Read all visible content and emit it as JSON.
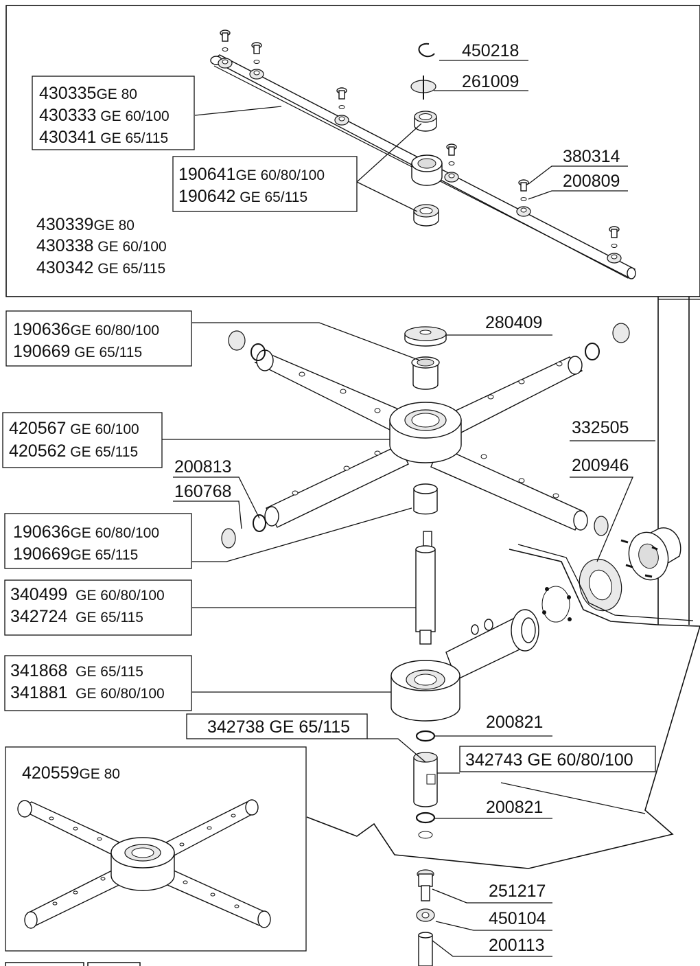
{
  "top_section": {
    "assembly_430335": [
      {
        "code": "430335",
        "suffix": "GE 80"
      },
      {
        "code": "430333",
        "suffix": " GE 60/100"
      },
      {
        "code": "430341",
        "suffix": " GE 65/115"
      }
    ],
    "assembly_430339": [
      {
        "code": "430339",
        "suffix": "GE 80"
      },
      {
        "code": "430338",
        "suffix": " GE 60/100"
      },
      {
        "code": "430342",
        "suffix": " GE 65/115"
      }
    ],
    "bush_190641": [
      {
        "code": "190641",
        "suffix": "GE 60/80/100"
      },
      {
        "code": "190642",
        "suffix": " GE 65/115"
      }
    ],
    "callouts": [
      "450218",
      "261009",
      "380314",
      "200809"
    ]
  },
  "middle_section": {
    "bush_upper": [
      {
        "code": "190636",
        "suffix": "GE 60/80/100"
      },
      {
        "code": "190669",
        "suffix": " GE 65/115"
      }
    ],
    "arm_420567": [
      {
        "code": "420567",
        "suffix": " GE 60/100"
      },
      {
        "code": "420562",
        "suffix": " GE 65/115"
      }
    ],
    "bush_lower": [
      {
        "code": "190636",
        "suffix": "GE 60/80/100"
      },
      {
        "code": "190669",
        "suffix": "GE 65/115"
      }
    ],
    "shaft_340499": [
      {
        "code": "340499",
        "suffix": "  GE 60/80/100"
      },
      {
        "code": "342724",
        "suffix": "  GE 65/115"
      }
    ],
    "hub_341868": [
      {
        "code": "341868",
        "suffix": "  GE 65/115"
      },
      {
        "code": "341881",
        "suffix": "  GE 60/80/100"
      }
    ],
    "boxed_342738": "342738 GE 65/115",
    "boxed_342743": "342743 GE 60/80/100",
    "callouts": {
      "c280409": "280409",
      "c332505": "332505",
      "c200946": "200946",
      "c200813": "200813",
      "c160768": "160768",
      "c200821a": "200821",
      "c200821b": "200821",
      "c251217": "251217",
      "c450104": "450104",
      "c200113": "200113"
    }
  },
  "inset": {
    "code": "420559",
    "suffix": "GE 80"
  }
}
